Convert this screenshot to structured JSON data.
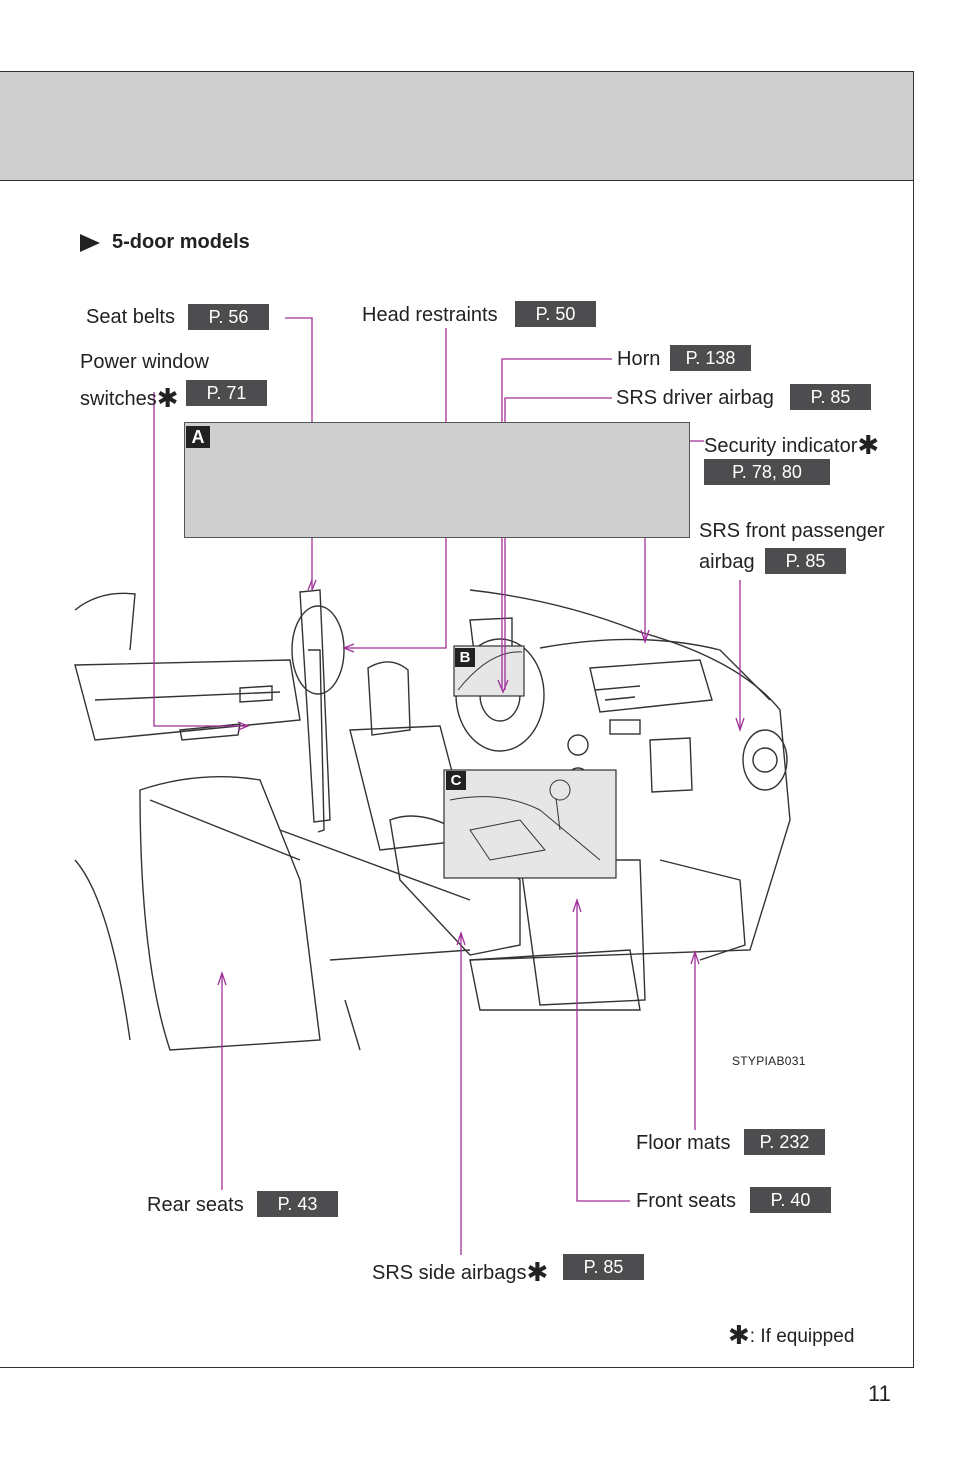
{
  "section_title": "5-door models",
  "labels": {
    "seat_belts": {
      "text": "Seat belts",
      "page": "P. 56"
    },
    "head_restraints": {
      "text": "Head restraints",
      "page": "P. 50"
    },
    "power_window_line1": "Power window",
    "power_window_line2": "switches",
    "power_window_page": "P. 71",
    "horn": {
      "text": "Horn",
      "page": "P. 138"
    },
    "srs_driver_airbag": {
      "text": "SRS driver airbag",
      "page": "P. 85"
    },
    "security_indicator": {
      "text": "Security indicator",
      "page": "P. 78, 80"
    },
    "srs_front_passenger_line1": "SRS front passenger",
    "srs_front_passenger_line2": "airbag",
    "srs_front_passenger_page": "P. 85",
    "floor_mats": {
      "text": "Floor mats",
      "page": "P. 232"
    },
    "front_seats": {
      "text": "Front seats",
      "page": "P. 40"
    },
    "rear_seats": {
      "text": "Rear seats",
      "page": "P. 43"
    },
    "srs_side_airbags": {
      "text": "SRS side airbags",
      "page": "P. 85"
    }
  },
  "asterisk": "✱",
  "inset_tags": {
    "a": "A",
    "b": "B",
    "c": "C"
  },
  "image_code": "STYPIAB031",
  "footnote": ": If equipped",
  "page_number": "11",
  "colors": {
    "leader": "#a0309a",
    "page_badge": "#4d4d4f",
    "header_band": "#d0cfcf"
  }
}
